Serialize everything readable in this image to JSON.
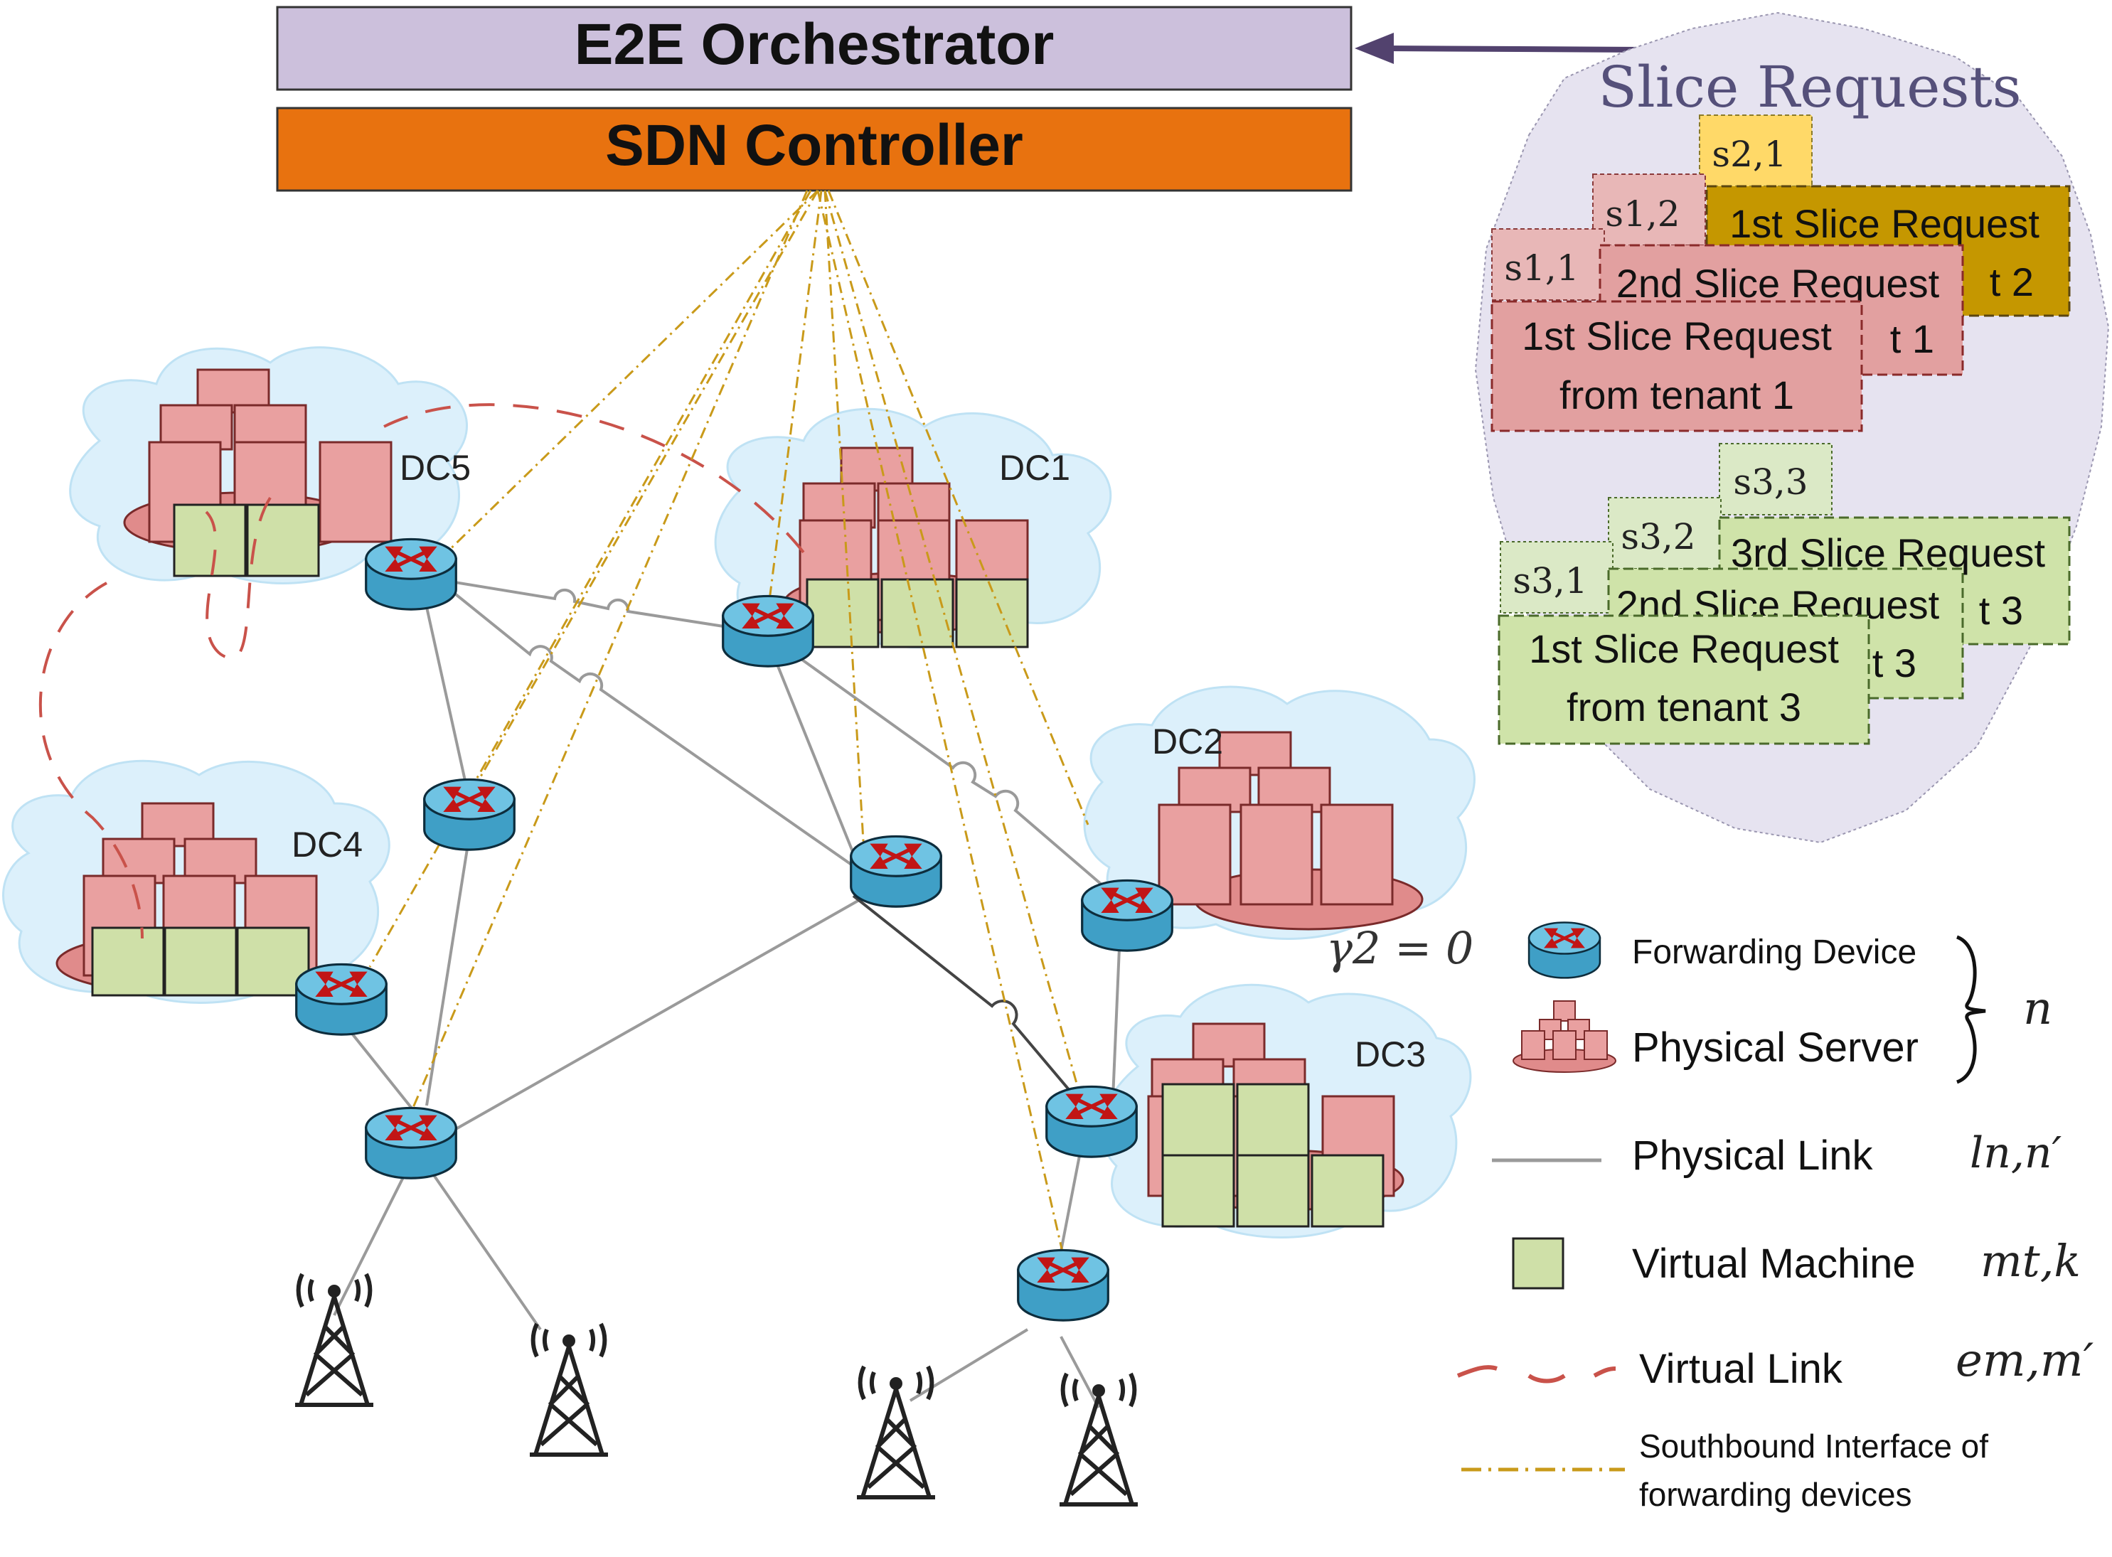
{
  "header": {
    "orchestrator_label": "E2E Orchestrator",
    "controller_label": "SDN Controller"
  },
  "slice_requests": {
    "title": "Slice Requests",
    "tenant1": {
      "s11": "s1,1",
      "s12": "s1,2",
      "req1_line1": "1st Slice Request",
      "req1_line2": "from tenant 1",
      "req2_line1": "2nd Slice Request",
      "req2_tail": "t 1"
    },
    "tenant2": {
      "s21": "s2,1",
      "req1_line1": "1st Slice Request",
      "req1_tail": "t 2"
    },
    "tenant3": {
      "s31": "s3,1",
      "s32": "s3,2",
      "s33": "s3,3",
      "req1_line1": "1st Slice Request",
      "req1_line2": "from tenant 3",
      "req2_line1": "2nd Slice Request",
      "req2_tail": "t 3",
      "req3_line1": "3rd Slice Request",
      "req3_tail": "t 3"
    }
  },
  "datacenters": [
    "DC1",
    "DC2",
    "DC3",
    "DC4",
    "DC5"
  ],
  "annotation": "γ2 = 0",
  "legend": {
    "forwarding_device": "Forwarding Device",
    "physical_server": "Physical Server",
    "group_symbol": "n",
    "physical_link": "Physical Link",
    "physical_link_symbol": "ln,n′",
    "virtual_machine": "Virtual Machine",
    "virtual_machine_symbol": "mt,k",
    "virtual_link": "Virtual Link",
    "virtual_link_symbol": "em,m′",
    "southbound_line1": "Southbound Interface of",
    "southbound_line2": "forwarding devices"
  },
  "colors": {
    "orchestrator_fill": "#ccc0dc",
    "controller_fill": "#e8720f",
    "server_fill": "#e9a0a0",
    "vm_fill": "#cfe0a8",
    "cloud_fill": "#dcf0fb",
    "router_fill": "#53b2d6",
    "physical_link": "#9a9a9a",
    "virtual_link": "#c9524a",
    "southbound": "#c99a1a",
    "arrow": "#52426e",
    "tenant1_fill": "#e2a0a0",
    "tenant2_fill": "#c59700",
    "tenant3_fill": "#cfe3a9",
    "slice_bg": "#e6e3f0"
  }
}
